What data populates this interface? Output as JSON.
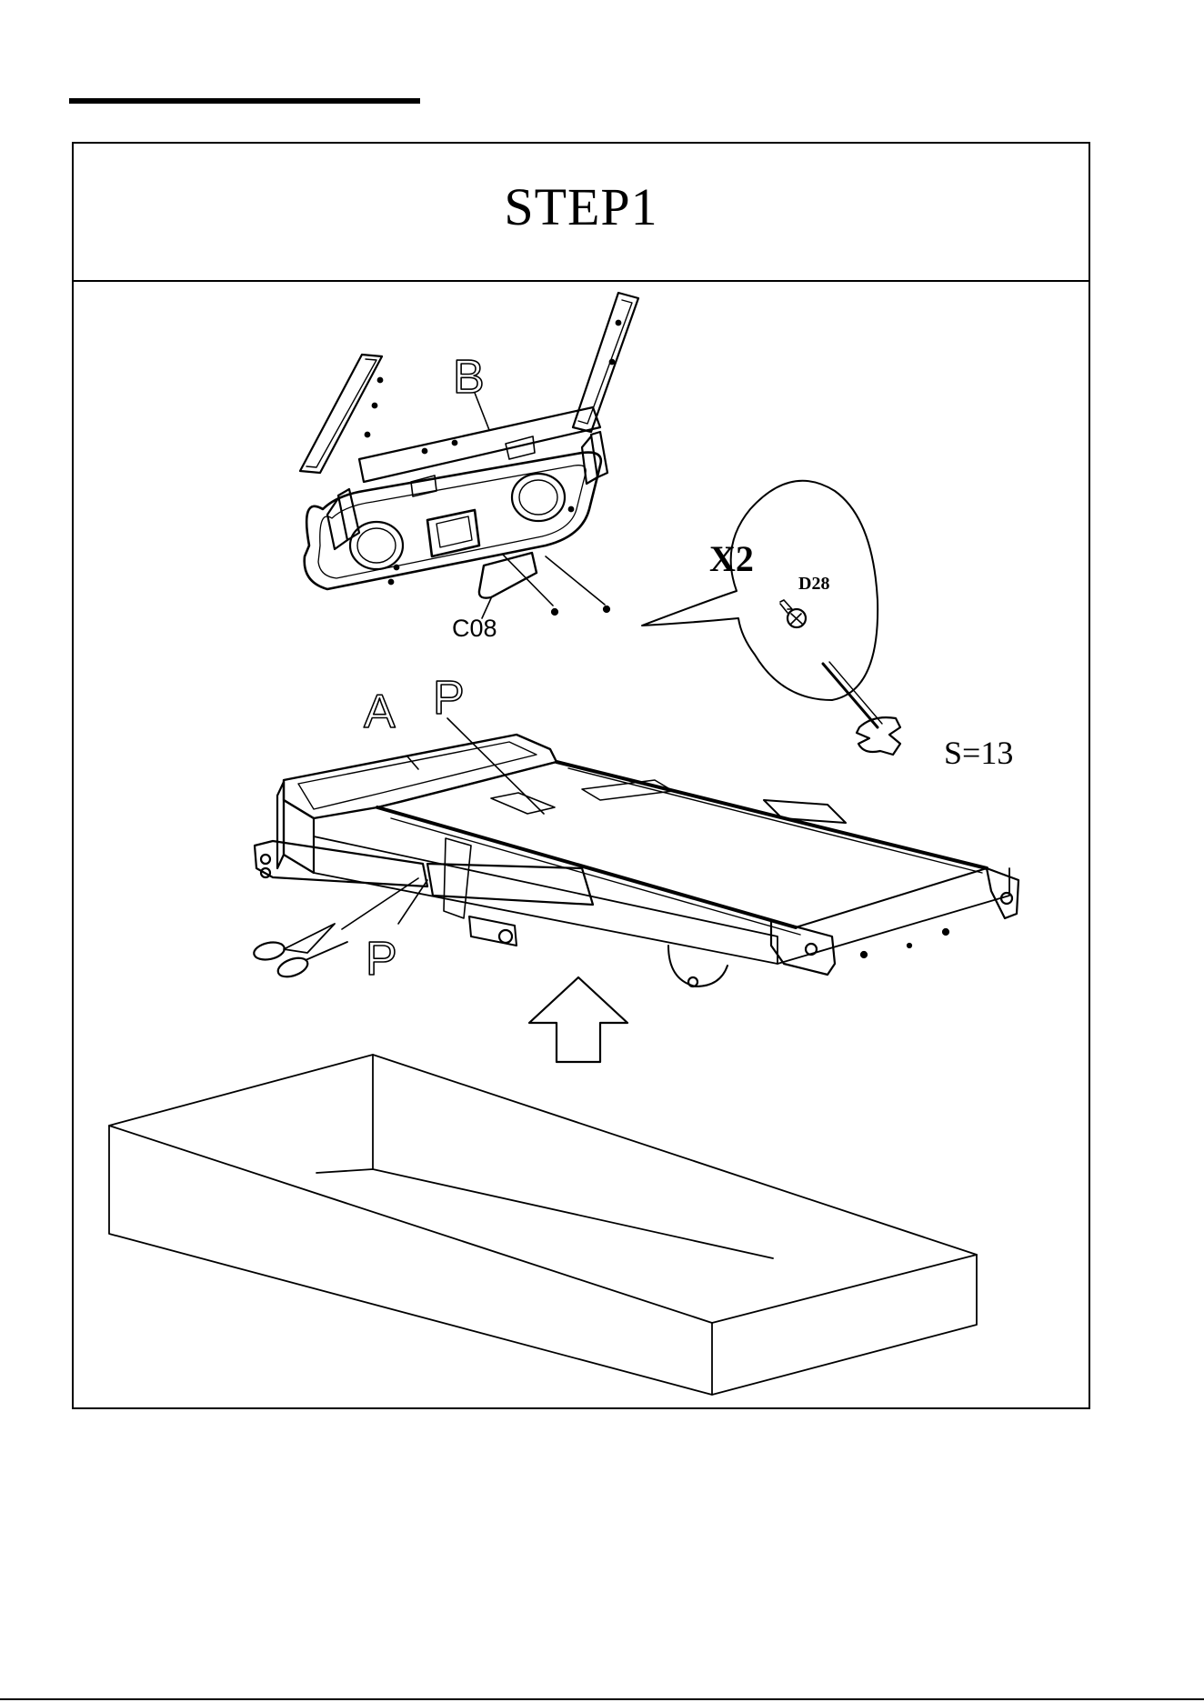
{
  "header": {
    "title": "STEP1"
  },
  "labels": {
    "console": "B",
    "base": "A",
    "packing_top": "P",
    "packing_bottom": "P",
    "cover": "C08",
    "screw": "D28",
    "quantity": "X2",
    "wrench_size": "S=13"
  },
  "icons": [
    "scissors-icon",
    "arrow-up-icon",
    "wrench-icon",
    "screw-icon"
  ],
  "colors": {
    "ink": "#000000",
    "paper": "#ffffff"
  }
}
